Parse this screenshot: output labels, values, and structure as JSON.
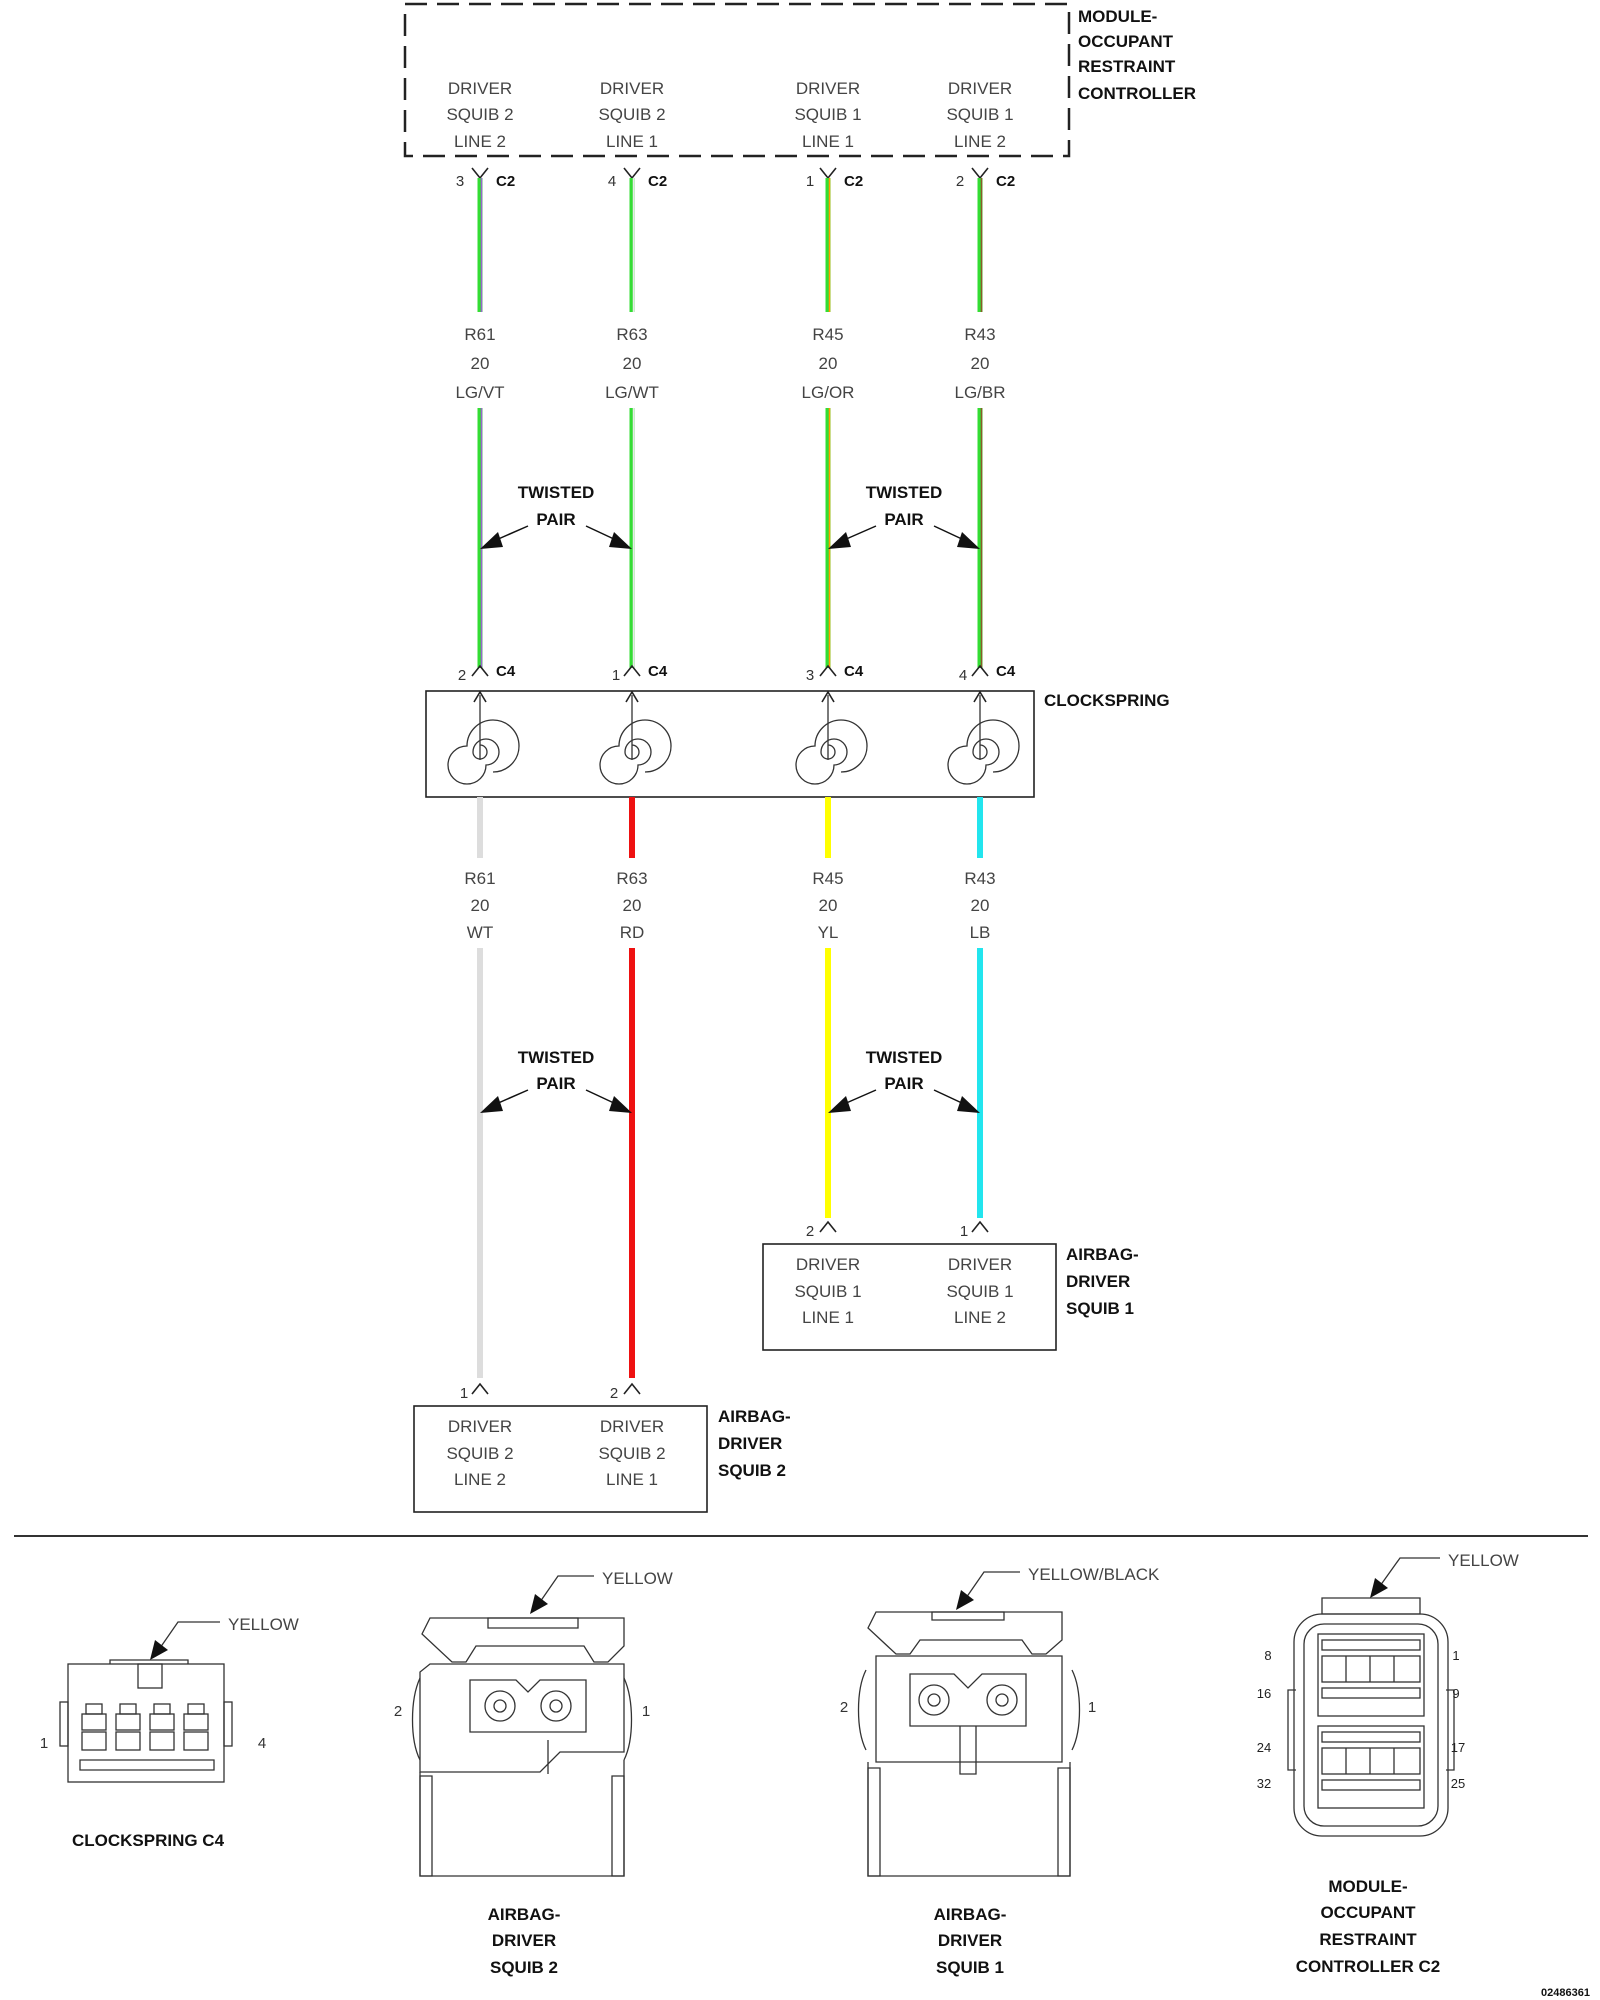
{
  "module_label": [
    "MODULE-",
    "OCCUPANT",
    "RESTRAINT",
    "CONTROLLER"
  ],
  "module_pins": [
    {
      "lines": [
        "DRIVER",
        "SQUIB 2",
        "LINE 2"
      ],
      "pin": "3",
      "conn": "C2"
    },
    {
      "lines": [
        "DRIVER",
        "SQUIB 2",
        "LINE 1"
      ],
      "pin": "4",
      "conn": "C2"
    },
    {
      "lines": [
        "DRIVER",
        "SQUIB 1",
        "LINE 1"
      ],
      "pin": "1",
      "conn": "C2"
    },
    {
      "lines": [
        "DRIVER",
        "SQUIB 1",
        "LINE 2"
      ],
      "pin": "2",
      "conn": "C2"
    }
  ],
  "upper_wires": [
    {
      "circuit": "R61",
      "gauge": "20",
      "color_code": "LG/VT",
      "color": "#33dd33",
      "stripe": "#9966cc"
    },
    {
      "circuit": "R63",
      "gauge": "20",
      "color_code": "LG/WT",
      "color": "#33dd33",
      "stripe": "#e8e8e8"
    },
    {
      "circuit": "R45",
      "gauge": "20",
      "color_code": "LG/OR",
      "color": "#33dd33",
      "stripe": "#ff9900"
    },
    {
      "circuit": "R43",
      "gauge": "20",
      "color_code": "LG/BR",
      "color": "#33dd33",
      "stripe": "#8b5a2b"
    }
  ],
  "twisted_pair_label": [
    "TWISTED",
    "PAIR"
  ],
  "clockspring": {
    "label": "CLOCKSPRING",
    "pins": [
      {
        "pin": "2",
        "conn": "C4"
      },
      {
        "pin": "1",
        "conn": "C4"
      },
      {
        "pin": "3",
        "conn": "C4"
      },
      {
        "pin": "4",
        "conn": "C4"
      }
    ]
  },
  "lower_wires": [
    {
      "circuit": "R61",
      "gauge": "20",
      "color_code": "WT",
      "color": "#dddddd"
    },
    {
      "circuit": "R63",
      "gauge": "20",
      "color_code": "RD",
      "color": "#ee1111"
    },
    {
      "circuit": "R45",
      "gauge": "20",
      "color_code": "YL",
      "color": "#ffff00"
    },
    {
      "circuit": "R43",
      "gauge": "20",
      "color_code": "LB",
      "color": "#22e5ee"
    }
  ],
  "squib1": {
    "label": [
      "AIRBAG-",
      "DRIVER",
      "SQUIB 1"
    ],
    "pins": [
      {
        "pin": "2",
        "lines": [
          "DRIVER",
          "SQUIB 1",
          "LINE 1"
        ]
      },
      {
        "pin": "1",
        "lines": [
          "DRIVER",
          "SQUIB 1",
          "LINE 2"
        ]
      }
    ]
  },
  "squib2": {
    "label": [
      "AIRBAG-",
      "DRIVER",
      "SQUIB 2"
    ],
    "pins": [
      {
        "pin": "1",
        "lines": [
          "DRIVER",
          "SQUIB 2",
          "LINE 2"
        ]
      },
      {
        "pin": "2",
        "lines": [
          "DRIVER",
          "SQUIB 2",
          "LINE 1"
        ]
      }
    ]
  },
  "connector_views": [
    {
      "color": "YELLOW",
      "caption": [
        "CLOCKSPRING C4"
      ],
      "pins": [
        "1",
        "4"
      ]
    },
    {
      "color": "YELLOW",
      "caption": [
        "AIRBAG-",
        "DRIVER",
        "SQUIB 2"
      ],
      "pins": [
        "2",
        "1"
      ]
    },
    {
      "color": "YELLOW/BLACK",
      "caption": [
        "AIRBAG-",
        "DRIVER",
        "SQUIB 1"
      ],
      "pins": [
        "2",
        "1"
      ]
    },
    {
      "color": "YELLOW",
      "caption": [
        "MODULE-",
        "OCCUPANT",
        "RESTRAINT",
        "CONTROLLER C2"
      ],
      "pins": [
        "8",
        "1",
        "16",
        "9",
        "24",
        "17",
        "32",
        "25"
      ]
    }
  ],
  "figure_id": "02486361"
}
